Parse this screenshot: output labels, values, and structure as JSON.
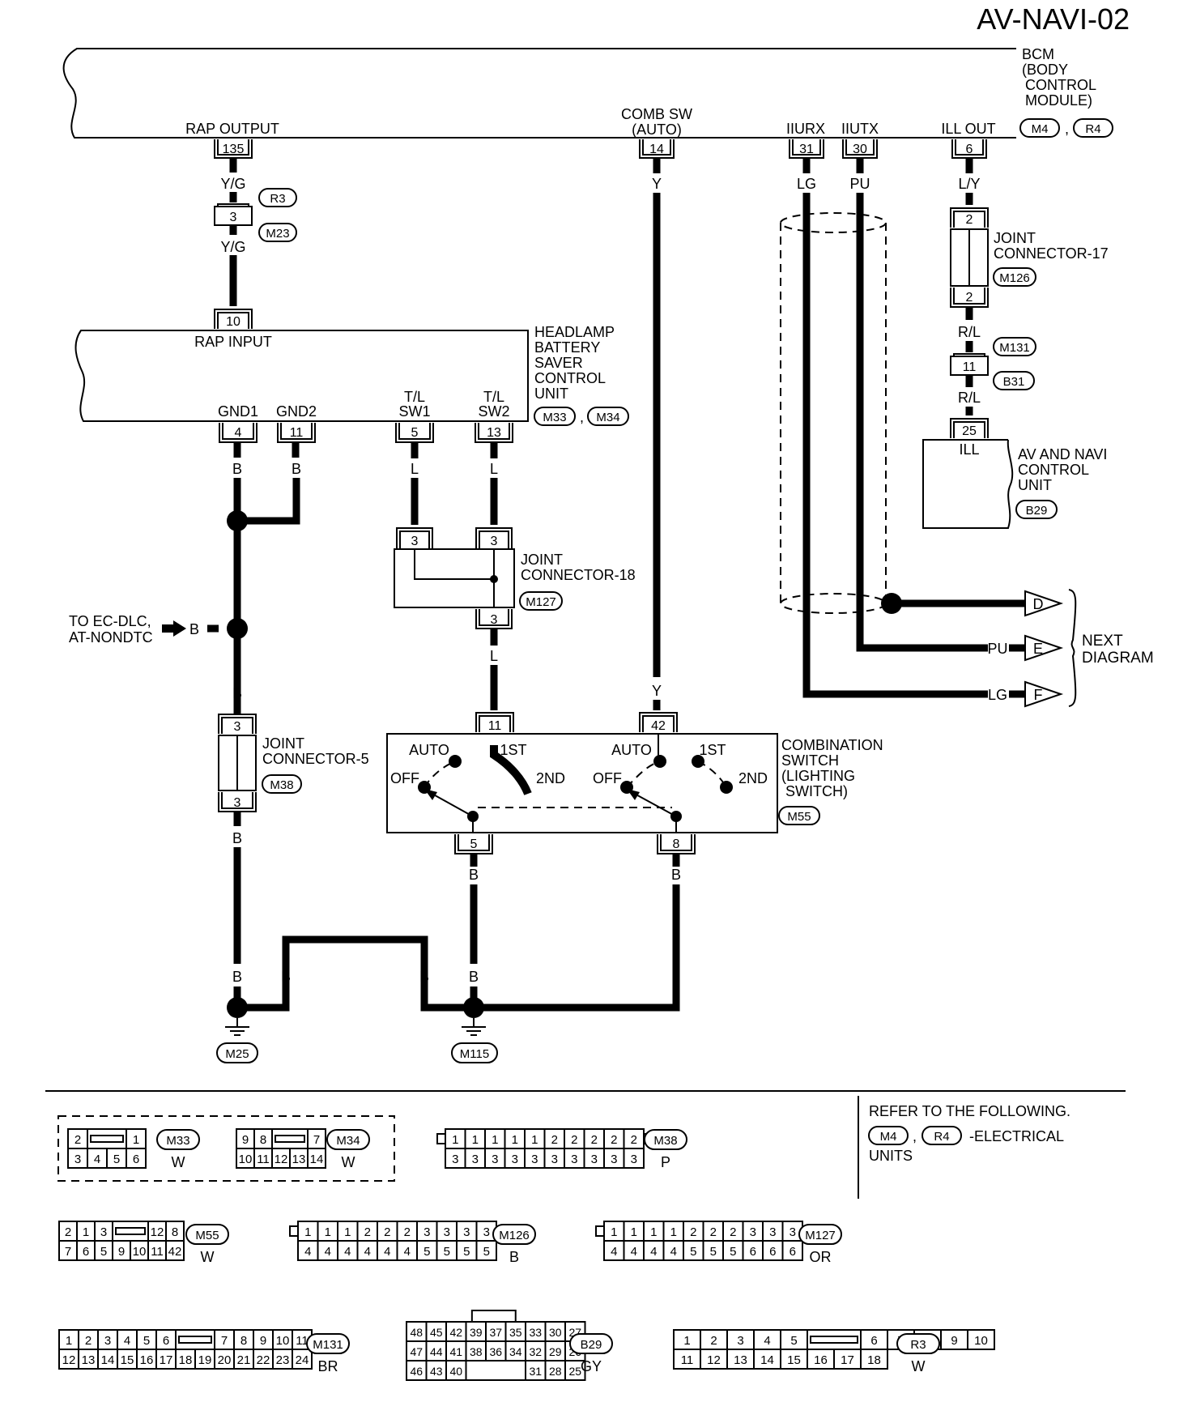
{
  "page_code": "AV-NAVI-02",
  "bcm": {
    "name": [
      "BCM",
      "(BODY",
      "CONTROL",
      "MODULE)"
    ],
    "connectors": [
      "M4",
      "R4"
    ],
    "terminals": [
      {
        "label": [
          "RAP OUTPUT"
        ],
        "pin": "135"
      },
      {
        "label": [
          "COMB SW",
          "(AUTO)"
        ],
        "pin": "14"
      },
      {
        "label": [
          "IIURX"
        ],
        "pin": "31"
      },
      {
        "label": [
          "IIUTX"
        ],
        "pin": "30"
      },
      {
        "label": [
          "ILL OUT"
        ],
        "pin": "6"
      }
    ]
  },
  "headlamp_unit": {
    "name": [
      "HEADLAMP",
      "BATTERY",
      "SAVER",
      "CONTROL",
      "UNIT"
    ],
    "connectors": [
      "M33",
      "M34"
    ],
    "rap_input_label": "RAP INPUT",
    "rap_input_pin": "10",
    "terminals": [
      {
        "label": [
          "GND1"
        ],
        "pin": "4"
      },
      {
        "label": [
          "GND2"
        ],
        "pin": "11"
      },
      {
        "label": [
          "T/L",
          "SW1"
        ],
        "pin": "5"
      },
      {
        "label": [
          "T/L",
          "SW2"
        ],
        "pin": "13"
      }
    ]
  },
  "joint_connector_17": {
    "name": [
      "JOINT",
      "CONNECTOR-17"
    ],
    "connector": "M126",
    "pin_top": "2",
    "pin_bottom": "2"
  },
  "joint_connector_18": {
    "name": [
      "JOINT",
      "CONNECTOR-18"
    ],
    "connector": "M127",
    "pins": [
      "3",
      "3",
      "3"
    ]
  },
  "joint_connector_5": {
    "name": [
      "JOINT",
      "CONNECTOR-5"
    ],
    "connector": "M38",
    "pin_top": "3",
    "pin_bottom": "3"
  },
  "connector_r3_m23": {
    "pin": "3",
    "connectors": [
      "R3",
      "M23"
    ]
  },
  "connector_m131_b31": {
    "pin": "11",
    "connectors": [
      "M131",
      "B31"
    ]
  },
  "av_navi_unit": {
    "name": [
      "AV AND NAVI",
      "CONTROL",
      "UNIT"
    ],
    "connector": "B29",
    "pin": "25",
    "pin_label": "ILL"
  },
  "combination_switch": {
    "name": [
      "COMBINATION",
      "SWITCH",
      "(LIGHTING",
      "SWITCH)"
    ],
    "connector": "M55",
    "pins_top": [
      "11",
      "42"
    ],
    "pins_bottom": [
      "5",
      "8"
    ],
    "positions": [
      "AUTO",
      "1ST",
      "2ND",
      "OFF"
    ]
  },
  "wire_colors": {
    "y_g": "Y/G",
    "y": "Y",
    "lg": "LG",
    "pu": "PU",
    "l_y": "L/Y",
    "r_l": "R/L",
    "b": "B",
    "l": "L"
  },
  "to_ec_dlc": [
    "TO EC-DLC,",
    "AT-NONDTC"
  ],
  "next_diagram": {
    "label": [
      "NEXT",
      "DIAGRAM"
    ],
    "arrows": [
      "D",
      "E",
      "F"
    ]
  },
  "grounds": [
    "M25",
    "M115"
  ],
  "refer": {
    "text": "REFER TO THE FOLLOWING.",
    "connectors": [
      "M4",
      "R4"
    ],
    "suffix": "-ELECTRICAL",
    "suffix2": "UNITS"
  },
  "connector_faces": [
    {
      "id": "M33",
      "color": "W",
      "top": [
        "2",
        "",
        "1"
      ],
      "bottom": [
        "3",
        "4",
        "5",
        "6"
      ]
    },
    {
      "id": "M34",
      "color": "W",
      "top": [
        "9",
        "8",
        "",
        "7"
      ],
      "bottom": [
        "10",
        "11",
        "12",
        "13",
        "14"
      ]
    },
    {
      "id": "M38",
      "color": "P",
      "top": [
        "1",
        "1",
        "1",
        "1",
        "1",
        "2",
        "2",
        "2",
        "2",
        "2"
      ],
      "bottom": [
        "3",
        "3",
        "3",
        "3",
        "3",
        "3",
        "3",
        "3",
        "3",
        "3"
      ]
    },
    {
      "id": "M55",
      "color": "W",
      "top": [
        "2",
        "1",
        "3",
        "",
        "12",
        "8"
      ],
      "bottom": [
        "7",
        "6",
        "5",
        "9",
        "10",
        "11",
        "42"
      ]
    },
    {
      "id": "M126",
      "color": "B",
      "top": [
        "1",
        "1",
        "1",
        "2",
        "2",
        "2",
        "3",
        "3",
        "3",
        "3"
      ],
      "bottom": [
        "4",
        "4",
        "4",
        "4",
        "4",
        "4",
        "5",
        "5",
        "5",
        "5"
      ]
    },
    {
      "id": "M127",
      "color": "OR",
      "top": [
        "1",
        "1",
        "1",
        "1",
        "2",
        "2",
        "2",
        "3",
        "3",
        "3"
      ],
      "bottom": [
        "4",
        "4",
        "4",
        "4",
        "5",
        "5",
        "5",
        "6",
        "6",
        "6"
      ]
    },
    {
      "id": "M131",
      "color": "BR",
      "top": [
        "1",
        "2",
        "3",
        "4",
        "5",
        "6",
        "",
        "7",
        "8",
        "9",
        "10",
        "11"
      ],
      "bottom": [
        "12",
        "13",
        "14",
        "15",
        "16",
        "17",
        "18",
        "19",
        "20",
        "21",
        "22",
        "23",
        "24"
      ]
    },
    {
      "id": "B29",
      "color": "GY",
      "rows": [
        [
          "48",
          "45",
          "42",
          "39",
          "37",
          "35",
          "33",
          "30",
          "27"
        ],
        [
          "47",
          "44",
          "41",
          "38",
          "36",
          "34",
          "32",
          "29",
          "26"
        ],
        [
          "46",
          "43",
          "40",
          "",
          "",
          "",
          "31",
          "28",
          "25"
        ]
      ]
    },
    {
      "id": "R3",
      "color": "W",
      "top": [
        "1",
        "2",
        "3",
        "4",
        "5",
        "",
        "6",
        "7",
        "8",
        "9",
        "10"
      ],
      "bottom": [
        "11",
        "12",
        "13",
        "14",
        "15",
        "16",
        "17",
        "18"
      ]
    }
  ]
}
